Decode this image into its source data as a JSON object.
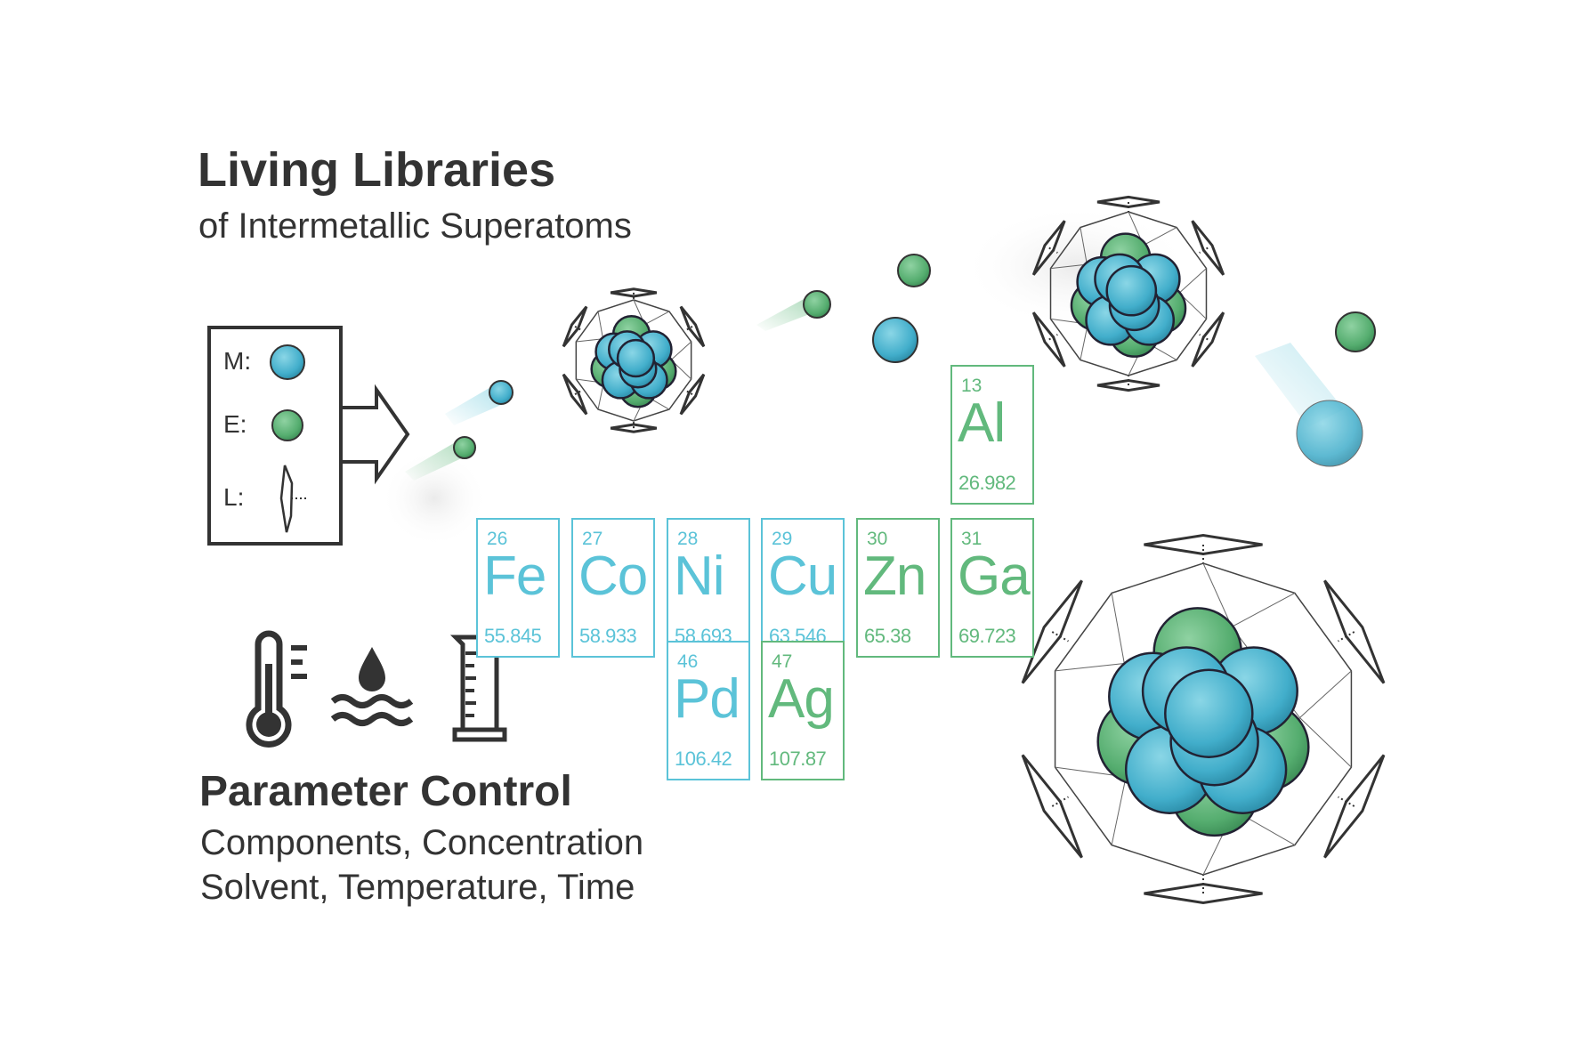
{
  "title": "Living Libraries",
  "subtitle": "of Intermetallic Superatoms",
  "legend": {
    "items": [
      {
        "label": "M:",
        "icon": "metal-atom-cyan-sphere"
      },
      {
        "label": "E:",
        "icon": "element-atom-green-sphere"
      },
      {
        "label": "L:",
        "icon": "ligand-icon"
      }
    ]
  },
  "elements": [
    {
      "number": "13",
      "symbol": "Al",
      "mass": "26.982",
      "type": "e"
    },
    {
      "number": "26",
      "symbol": "Fe",
      "mass": "55.845",
      "type": "m"
    },
    {
      "number": "27",
      "symbol": "Co",
      "mass": "58.933",
      "type": "m"
    },
    {
      "number": "28",
      "symbol": "Ni",
      "mass": "58.693",
      "type": "m"
    },
    {
      "number": "29",
      "symbol": "Cu",
      "mass": "63.546",
      "type": "m"
    },
    {
      "number": "30",
      "symbol": "Zn",
      "mass": "65.38",
      "type": "e"
    },
    {
      "number": "31",
      "symbol": "Ga",
      "mass": "69.723",
      "type": "e"
    },
    {
      "number": "46",
      "symbol": "Pd",
      "mass": "106.42",
      "type": "m"
    },
    {
      "number": "47",
      "symbol": "Ag",
      "mass": "107.87",
      "type": "e"
    }
  ],
  "parameter_icons": [
    "thermometer-icon",
    "solvent-drop-icon",
    "graduated-cylinder-icon"
  ],
  "parameter_control": {
    "title": "Parameter Control",
    "lines": [
      "Components, Concentration",
      "Solvent,  Temperature,  Time"
    ]
  },
  "colors": {
    "metal": "#5bc3d8",
    "element": "#62b97d",
    "text": "#333333"
  }
}
